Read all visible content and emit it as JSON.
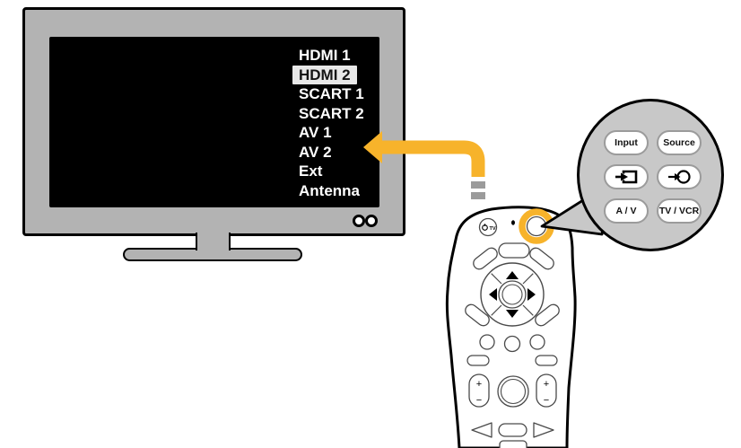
{
  "colors": {
    "accent_yellow": "#F7B32B",
    "tv_bezel_gray": "#B3B3B3",
    "bubble_gray": "#C8C8C8",
    "dash_gray": "#9B9B9B",
    "menu_highlight": "#E8E8E8",
    "screen_black": "#000000"
  },
  "tv": {
    "menu": {
      "items": [
        "HDMI 1",
        "HDMI 2",
        "SCART 1",
        "SCART 2",
        "AV 1",
        "AV 2",
        "Ext",
        "Antenna"
      ],
      "selected_item": "HDMI 2",
      "selected_index": 1
    },
    "indicator_lights": 2
  },
  "arrow": {
    "icon": "source-select-arrow",
    "direction": "left-into-screen"
  },
  "remote": {
    "power_label": "TV",
    "plus_label": "+",
    "minus_label": "−"
  },
  "callout": {
    "buttons": [
      {
        "label": "Input"
      },
      {
        "label": "Source"
      },
      {
        "icon": "input-box-arrow-icon"
      },
      {
        "icon": "input-circle-arrow-icon"
      },
      {
        "label": "A / V"
      },
      {
        "label": "TV / VCR"
      }
    ]
  }
}
